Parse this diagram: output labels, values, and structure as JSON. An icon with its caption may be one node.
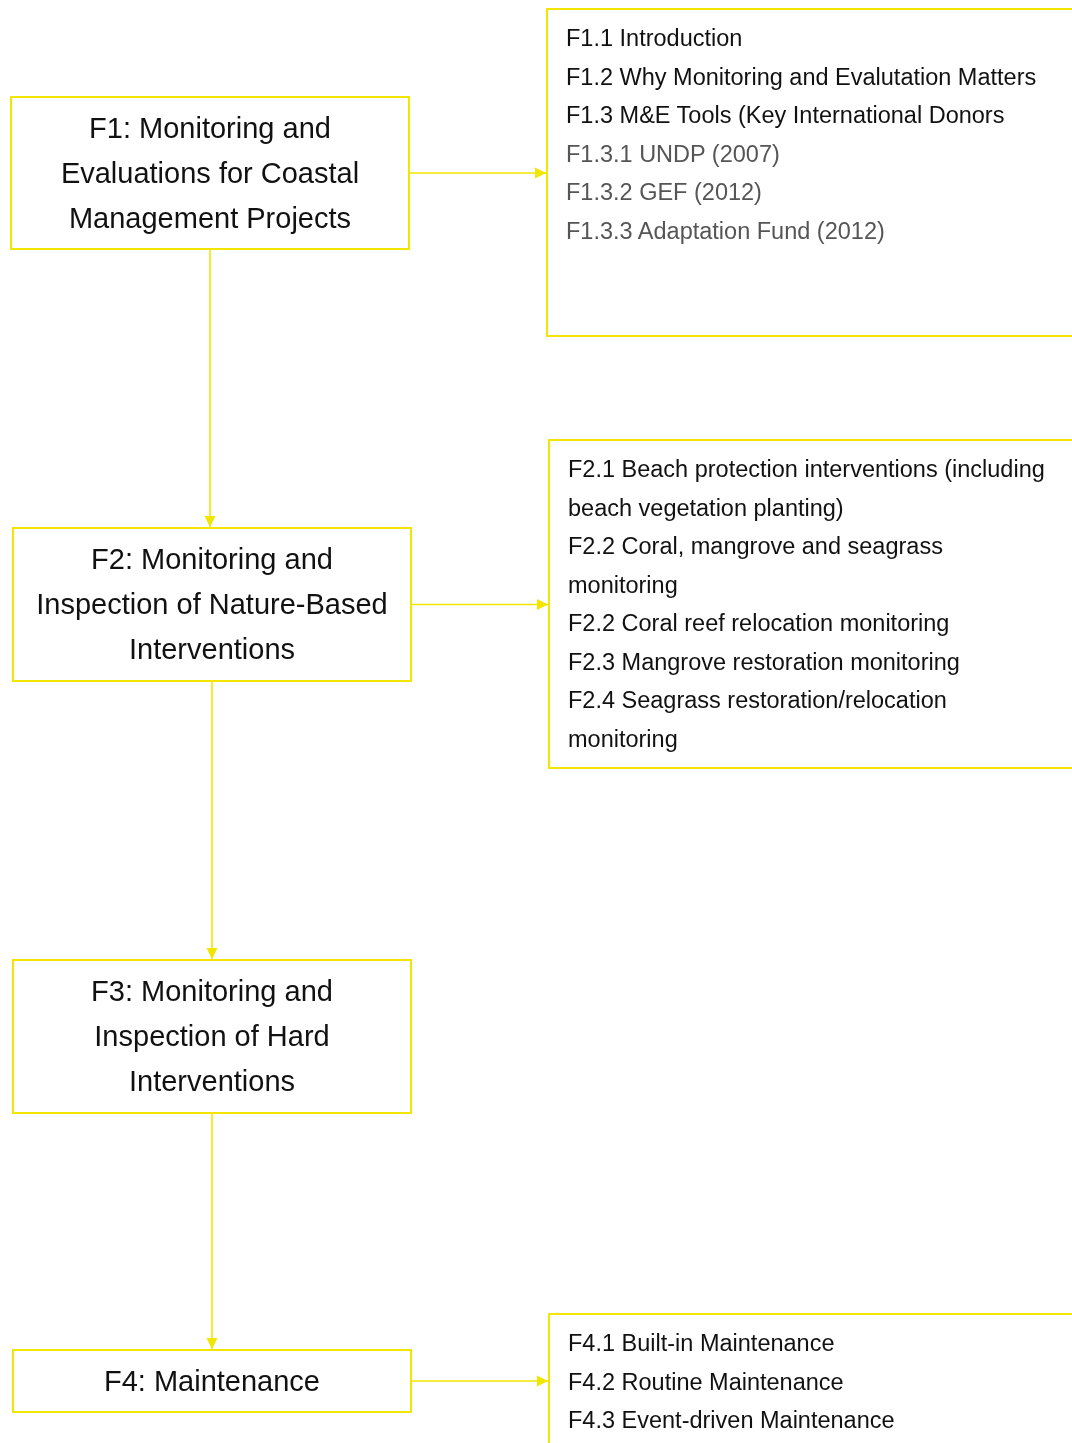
{
  "diagram": {
    "nodes": [
      {
        "text": [
          "F1: Monitoring and Evaluations for Coastal Management Projects"
        ]
      },
      {
        "text": [
          "F1.1 Introduction",
          "F1.2 Why Monitoring and Evalutation Matters",
          "F1.3 M&E Tools (Key International Donors",
          "F1.3.1 UNDP (2007)",
          "F1.3.2 GEF (2012)",
          "F1.3.3 Adaptation Fund (2012)"
        ]
      },
      {
        "text": [
          "F2: Monitoring and Inspection of Nature-Based Interventions"
        ]
      },
      {
        "text": [
          "F2.1 Beach protection interventions (including beach vegetation planting)",
          "F2.2 Coral, mangrove and seagrass monitoring",
          "F2.2 Coral reef relocation monitoring",
          "F2.3 Mangrove restoration monitoring",
          "F2.4 Seagrass restoration/relocation monitoring"
        ]
      },
      {
        "text": [
          "F3: Monitoring and Inspection of Hard Interventions"
        ]
      },
      {
        "text": [
          "F4: Maintenance"
        ]
      },
      {
        "text": [
          "F4.1 Built-in Maintenance",
          "F4.2 Routine Maintenance",
          "F4.3 Event-driven Maintenance"
        ]
      }
    ],
    "edges": [
      {
        "from": 0,
        "to": 1,
        "arrow": "to"
      },
      {
        "from": 0,
        "to": 2,
        "arrow": "to"
      },
      {
        "from": 2,
        "to": 3,
        "arrow": "to"
      },
      {
        "from": 2,
        "to": 4,
        "arrow": "to"
      },
      {
        "from": 4,
        "to": 5,
        "arrow": "to"
      },
      {
        "from": 5,
        "to": 6,
        "arrow": "to"
      }
    ]
  }
}
